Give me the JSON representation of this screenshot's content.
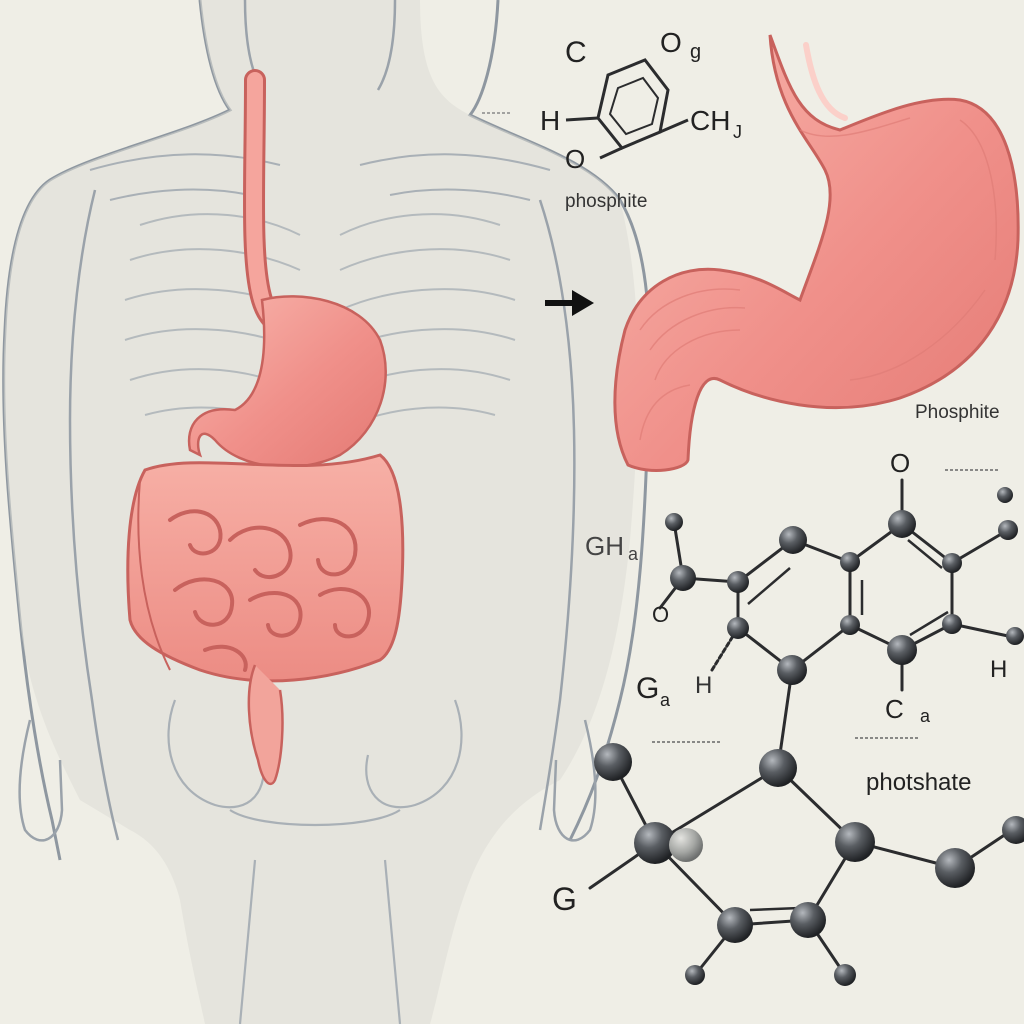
{
  "labels": {
    "top_formula": {
      "c": "C",
      "o_top": "O",
      "subscript_top": "g",
      "h": "H",
      "o_bottom": "O",
      "ch": "CH",
      "subscript_ch": "J",
      "caption": "phosphite"
    },
    "stomach_caption": "Phosphite",
    "bottom_formula": {
      "o_top": "O",
      "ga": "GH",
      "subscript_ga": "a",
      "o_left": "O",
      "g_h": "G",
      "subscript_gh": "a",
      "h_suffix": "H",
      "h_right": "H",
      "c_bottom": "C",
      "subscript_c": "a",
      "g_bottom": "G",
      "caption": "photshate"
    }
  },
  "colors": {
    "background": "#efeee6",
    "body_outline": "#8e97a0",
    "organ": "#f0958d",
    "organ_dark": "#c8625d",
    "atom": "#4a4d52",
    "bond": "#2b2c2e"
  }
}
